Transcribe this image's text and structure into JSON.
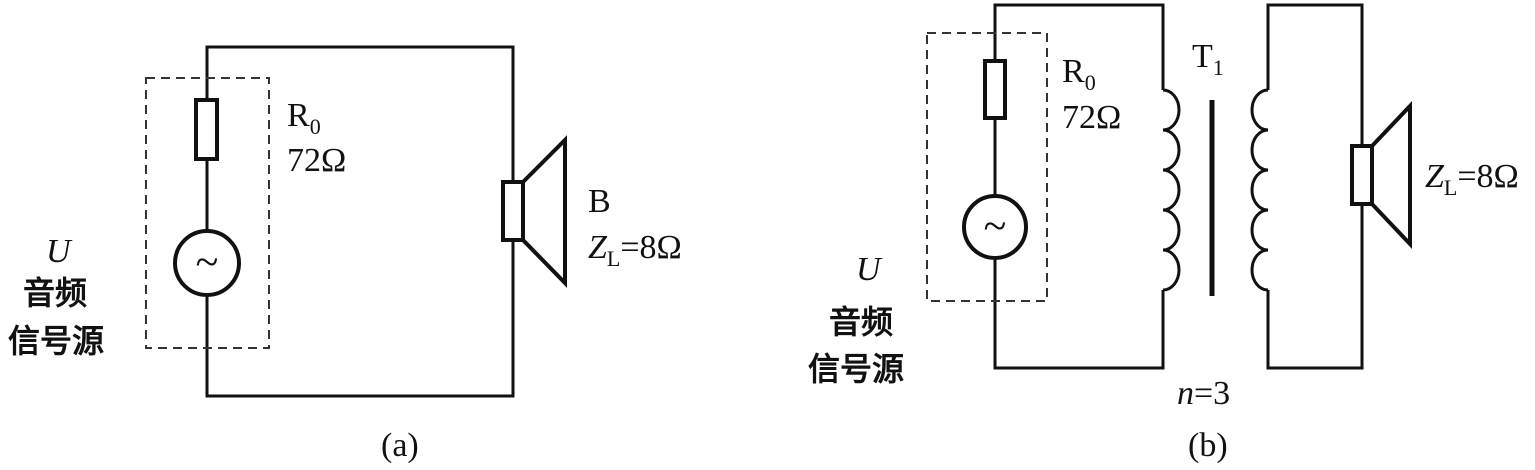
{
  "figure_a": {
    "caption": "(a)",
    "resistor": {
      "name": "R",
      "subscript": "0",
      "value": "72Ω"
    },
    "source": {
      "symbol": "U",
      "line1": "音频",
      "line2": "信号源",
      "glyph": "~"
    },
    "speaker": {
      "name": "B",
      "load_symbol": "Z",
      "load_subscript": "L",
      "load_value": "=8Ω"
    }
  },
  "figure_b": {
    "caption": "(b)",
    "resistor": {
      "name": "R",
      "subscript": "0",
      "value": "72Ω"
    },
    "source": {
      "symbol": "U",
      "line1": "音频",
      "line2": "信号源",
      "glyph": "~"
    },
    "transformer": {
      "name": "T",
      "subscript": "1",
      "ratio_symbol": "n",
      "ratio_value": "=3"
    },
    "speaker": {
      "load_symbol": "Z",
      "load_subscript": "L",
      "load_value": "=8Ω"
    }
  }
}
